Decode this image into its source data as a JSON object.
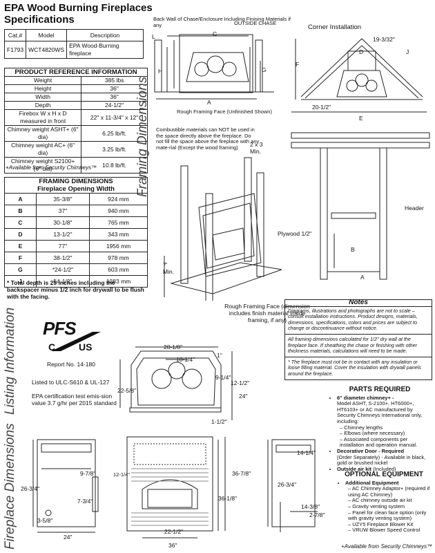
{
  "title_line1": "EPA Wood Burning Fireplaces",
  "title_line2": "Specifications",
  "spec_table": {
    "headers": [
      "Cat.#",
      "Model",
      "Description"
    ],
    "row": [
      "F1793",
      "WCT4820WS",
      "EPA Wood-Burning fireplace"
    ]
  },
  "product_ref": {
    "heading": "PRODUCT REFERENCE INFORMATION",
    "rows": [
      [
        "Weight",
        "385 lbs"
      ],
      [
        "Height",
        "36\""
      ],
      [
        "Width",
        "36\""
      ],
      [
        "Depth",
        "24-1/2\""
      ],
      [
        "Firebox W x H x D measured in front",
        "22\" x 11-3/4\" x 12\""
      ],
      [
        "Chimney weight ASHT+ (6\" dia)",
        "6.25 lb/ft."
      ],
      [
        "Chimney weight AC+ (6\" dia)",
        "3.25 lb/ft."
      ],
      [
        "Chimney weight S2100+ (6\" dia)",
        "10.8 lb/ft."
      ]
    ],
    "footnote": "+Available from Security Chimneys™"
  },
  "framing_table": {
    "heading1": "FRAMING DIMENSIONS",
    "heading2": "Fireplace Opening Width",
    "rows": [
      [
        "A",
        "35-3/8\"",
        "924 mm"
      ],
      [
        "B",
        "37\"",
        "940 mm"
      ],
      [
        "C",
        "30-1/8\"",
        "765 mm"
      ],
      [
        "D",
        "13-1/2\"",
        "343 mm"
      ],
      [
        "E",
        "77\"",
        "1956 mm"
      ],
      [
        "F",
        "38-1/2\"",
        "978 mm"
      ],
      [
        "G",
        "*24-1/2\"",
        "603 mm"
      ],
      [
        "J",
        "54-1/2\"",
        "1383 mm"
      ]
    ],
    "note": "* Total depth is 25 inches including the backspacer minus 1/2 inch for drywall to be flush with the facing."
  },
  "side_labels": {
    "framing": "Framing Dimensions",
    "listing": "Listing Information",
    "fireplace": "Fireplace Dimensions"
  },
  "framing_diagram": {
    "back_wall": "Back Wall of Chase/Enclosure Including Finising Materials if any",
    "outside_chase": "OUTSIDE CHASE",
    "rough_face": "Rough Framing Face (Unfinished Shown)",
    "corner": "Corner Installation",
    "corner_dim": "19-3/32\"",
    "corner_w": "20-1/2\"",
    "letters": [
      "L",
      "C",
      "H",
      "G",
      "A",
      "D",
      "J",
      "F",
      "E",
      "B"
    ],
    "combustible": "Combustible materials can NOT be used in the space directly above the fireplace. Do not fill the space above the fireplace with any mate-rial (Except the wood framing)",
    "two_by_three": "2 x 3 Min.",
    "plywood": "Plywood 1/2\"",
    "seven_min": "7' Min.",
    "header": "Header",
    "rough_face2": "Rough Framing Face (dimension includes finish material inside framing, if any)"
  },
  "notes": {
    "heading": "Notes",
    "p1": "Diagrams, illustrations and photographs are not to scale – consult installation instructions. Product designs, materials, dimensions, specifications, colors and prices are subject to change or discontinuance without notice.",
    "p2": "All framing dimensions calculated for 1/2\" dry wall at the fireplace face. If sheathing the chase or finishing with other thickness materials, calculations will need to be made.",
    "p3": "* The fireplace must not be in contact with any insulation or loose filling material. Cover the insulation with drywall panels around the fireplace."
  },
  "listing": {
    "logo": "PFS",
    "c": "C",
    "us": "US",
    "report": "Report No. 14-180",
    "listed": "Listed to ULC-S610 & UL-127",
    "epa": "EPA certification test emis-sion value 3.7 g/hr per 2015 standard"
  },
  "top_dims": {
    "w1": "28-1/8\"",
    "w2": "10-1/4\"",
    "w3": "1\"",
    "h1": "9-1/4\"",
    "h2": "12-1/2\"",
    "h3": "22-5/8\"",
    "h4": "24\"",
    "h5": "1-1/2\""
  },
  "side_dims": {
    "d1": "9-7/8\"",
    "d2": "26-3/4\"",
    "d3": "7-3/4\"",
    "d4": "3-5/8\"",
    "d5": "24\""
  },
  "front_dims": {
    "d1": "12-1/4\"",
    "d2": "36-7/8\"",
    "d3": "36-1/8\"",
    "d4": "22-1/2\"",
    "d5": "36\""
  },
  "right_dims": {
    "d1": "14-1/4\"",
    "d2": "26-3/4\"",
    "d3": "14-3/8\"",
    "d4": "2-7/8\""
  },
  "parts": {
    "heading": "PARTS REQUIRED",
    "item1_title": "6\" diameter chimney+ -",
    "item1_body": "Model ASHT, S-2100+, HT6000+, HT6103+ or AC manufactured by Security Chimneys International only, including:",
    "item1_subs": [
      "Chimney lengths",
      "Elbows (where necessary)",
      "Associated components per installation and operation manual."
    ],
    "item2_title": "Decorative Door - Required",
    "item2_body": "(Order Separately) - Available in black, gold or brushed nickel",
    "item3_title": "Outside air kit",
    "item3_body": "(Included)"
  },
  "optional": {
    "heading": "OPTIONAL EQUIPMENT",
    "sub": "Additional Equipment",
    "items": [
      "AC Chimney Adaptor+ (required if using AC Chimney)",
      "AC chimney outside air kit",
      "Gravity venting system",
      "Panel for clean face option (only with gravity venting system)",
      "UZY5 Fireplace Blower Kit",
      "VRUW Blower Speed Control"
    ],
    "footnote": "+Available from Security Chimneys™"
  }
}
